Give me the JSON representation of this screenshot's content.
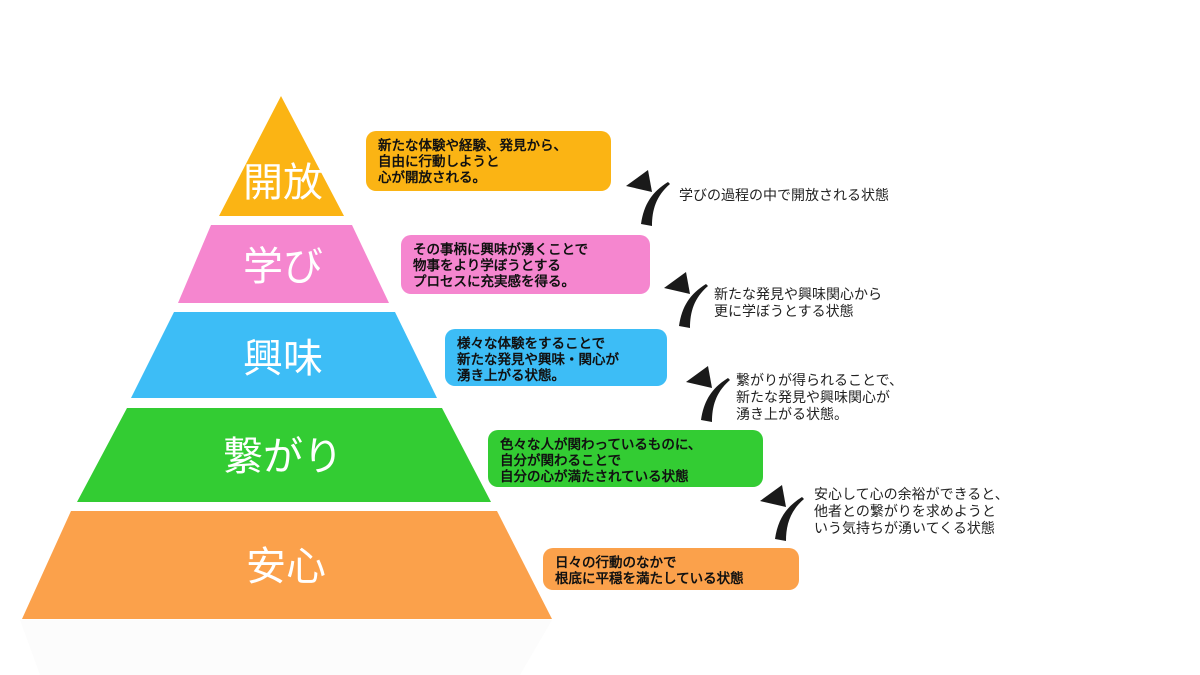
{
  "colors": {
    "kaihou": "#FBB414",
    "manabi": "#F586CF",
    "kyoumi": "#3DBDF6",
    "tsunagari": "#33CC33",
    "anshin": "#FBA14B",
    "arrow": "#1a1a1a",
    "background": "#ffffff"
  },
  "tiers": [
    {
      "label": "開放"
    },
    {
      "label": "学び"
    },
    {
      "label": "興味"
    },
    {
      "label": "繋がり"
    },
    {
      "label": "安心"
    }
  ],
  "descriptions": [
    {
      "text": "新たな体験や経験、発見から、\n自由に行動しようと\n心が開放される。"
    },
    {
      "text": "その事柄に興味が湧くことで\n物事をより学ぼうとする\nプロセスに充実感を得る。"
    },
    {
      "text": "様々な体験をすることで\n新たな発見や興味・関心が\n湧き上がる状態。"
    },
    {
      "text": "色々な人が関わっているものに、\n自分が関わることで\n自分の心が満たされている状態"
    },
    {
      "text": "日々の行動のなかで\n根底に平穏を満たしている状態"
    }
  ],
  "transitions": [
    {
      "text": "学びの過程の中で開放される状態"
    },
    {
      "text": "新たな発見や興味関心から\n更に学ぼうとする状態"
    },
    {
      "text": "繋がりが得られることで、\n新たな発見や興味関心が\n湧き上がる状態。"
    },
    {
      "text": "安心して心の余裕ができると、\n他者との繋がりを求めようと\nいう気持ちが湧いてくる状態"
    }
  ]
}
